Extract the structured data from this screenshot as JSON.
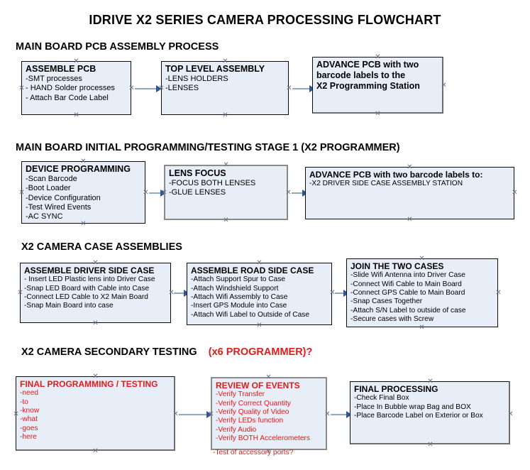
{
  "document": {
    "title": "IDRIVE X2  SERIES CAMERA PROCESSING FLOWCHART"
  },
  "sections": [
    {
      "id": "main-board-pcb-assembly",
      "heading": "MAIN BOARD PCB ASSEMBLY PROCESS",
      "heading_red": "",
      "nodes": [
        {
          "id": "assemble-pcb",
          "title": "ASSEMBLE PCB",
          "lines": [
            "-SMT processes",
            "- HAND Solder processes",
            "- Attach Bar Code Label"
          ]
        },
        {
          "id": "top-level-assembly",
          "title": "TOP LEVEL ASSEMBLY",
          "lines": [
            "-LENS HOLDERS",
            "-LENSES"
          ]
        },
        {
          "id": "advance-pcb-programming-station",
          "title": "ADVANCE PCB with two",
          "lines": [
            "barcode labels to the",
            " X2 Programming Station"
          ]
        }
      ]
    },
    {
      "id": "main-board-initial-programming",
      "heading": "MAIN BOARD INITIAL PROGRAMMING/TESTING STAGE 1 (X2 PROGRAMMER)",
      "heading_red": "",
      "nodes": [
        {
          "id": "device-programming",
          "title": "DEVICE PROGRAMMING",
          "lines": [
            "-Scan Barcode",
            "-Boot Loader",
            "-Device Configuration",
            "-Test Wired Events",
            "-AC SYNC"
          ]
        },
        {
          "id": "lens-focus",
          "title": "LENS FOCUS",
          "lines": [
            "-FOCUS BOTH LENSES",
            "-GLUE LENSES"
          ]
        },
        {
          "id": "advance-pcb-driver-side-case",
          "title": "ADVANCE PCB with two barcode labels to:",
          "lines": [
            "-X2 DRIVER  SIDE  CASE  ASSEMBLY STATION"
          ]
        }
      ]
    },
    {
      "id": "x2-camera-case-assemblies",
      "heading": "X2 CAMERA CASE ASSEMBLIES",
      "heading_red": "",
      "nodes": [
        {
          "id": "assemble-driver-side-case",
          "title": "ASSEMBLE DRIVER SIDE CASE",
          "lines": [
            "- Insert LED Plastic lens into Driver Case",
            "-Snap LED Board with Cable into Case",
            "-Connect LED Cable to X2 Main Board",
            "-Snap Main Board into case"
          ]
        },
        {
          "id": "assemble-road-side-case",
          "title": "ASSEMBLE ROAD SIDE CASE",
          "lines": [
            "-Attach Support Spur to Case",
            "-Attach Windshield Support",
            "-Attach Wifi Assembly to Case",
            "-Insert GPS Module into Case",
            "-Attach Wifi Label to Outside of Case"
          ]
        },
        {
          "id": "join-the-two-cases",
          "title": "JOIN THE TWO CASES",
          "lines": [
            "-Slide Wifi Antenna into Driver Case",
            "-Connect Wifi Cable to Main Board",
            "-Connect GPS Cable to Main Board",
            "-Snap Cases Together",
            "-Attach S/N Label to outside of case",
            "-Secure cases with Screw"
          ]
        }
      ]
    },
    {
      "id": "x2-camera-secondary-testing",
      "heading": "X2 CAMERA SECONDARY TESTING",
      "heading_red": "(x6 PROGRAMMER)?",
      "nodes": [
        {
          "id": "final-programming-testing",
          "title": "FINAL PROGRAMMING / TESTING",
          "lines": [
            "-need",
            "-to",
            "-know",
            "-what",
            "-goes",
            "-here"
          ]
        },
        {
          "id": "review-of-events",
          "title": "REVIEW OF EVENTS",
          "lines": [
            "-Verify Transfer",
            "-Verify Correct Quantity",
            "-Verify Quality of Video",
            "-Verify LEDs function",
            "-Verify Audio",
            "-Verify BOTH Accelerometers"
          ],
          "overflow_line": "-Test of accessory ports?"
        },
        {
          "id": "final-processing",
          "title": "FINAL PROCESSING",
          "lines": [
            " -Check Final Box",
            "-Place In Bubble wrap Bag and BOX",
            "-Place Barcode Label on Exterior or Box"
          ]
        }
      ]
    }
  ],
  "colors": {
    "node_fill": "#e8eef7",
    "node_border_dark": "#0a0a0a",
    "node_border_gray": "#7b7b7b",
    "connector": "#8fa9c4",
    "arrowhead": "#2f5597",
    "accent_red": "#e01b1b",
    "text": "#000000"
  }
}
